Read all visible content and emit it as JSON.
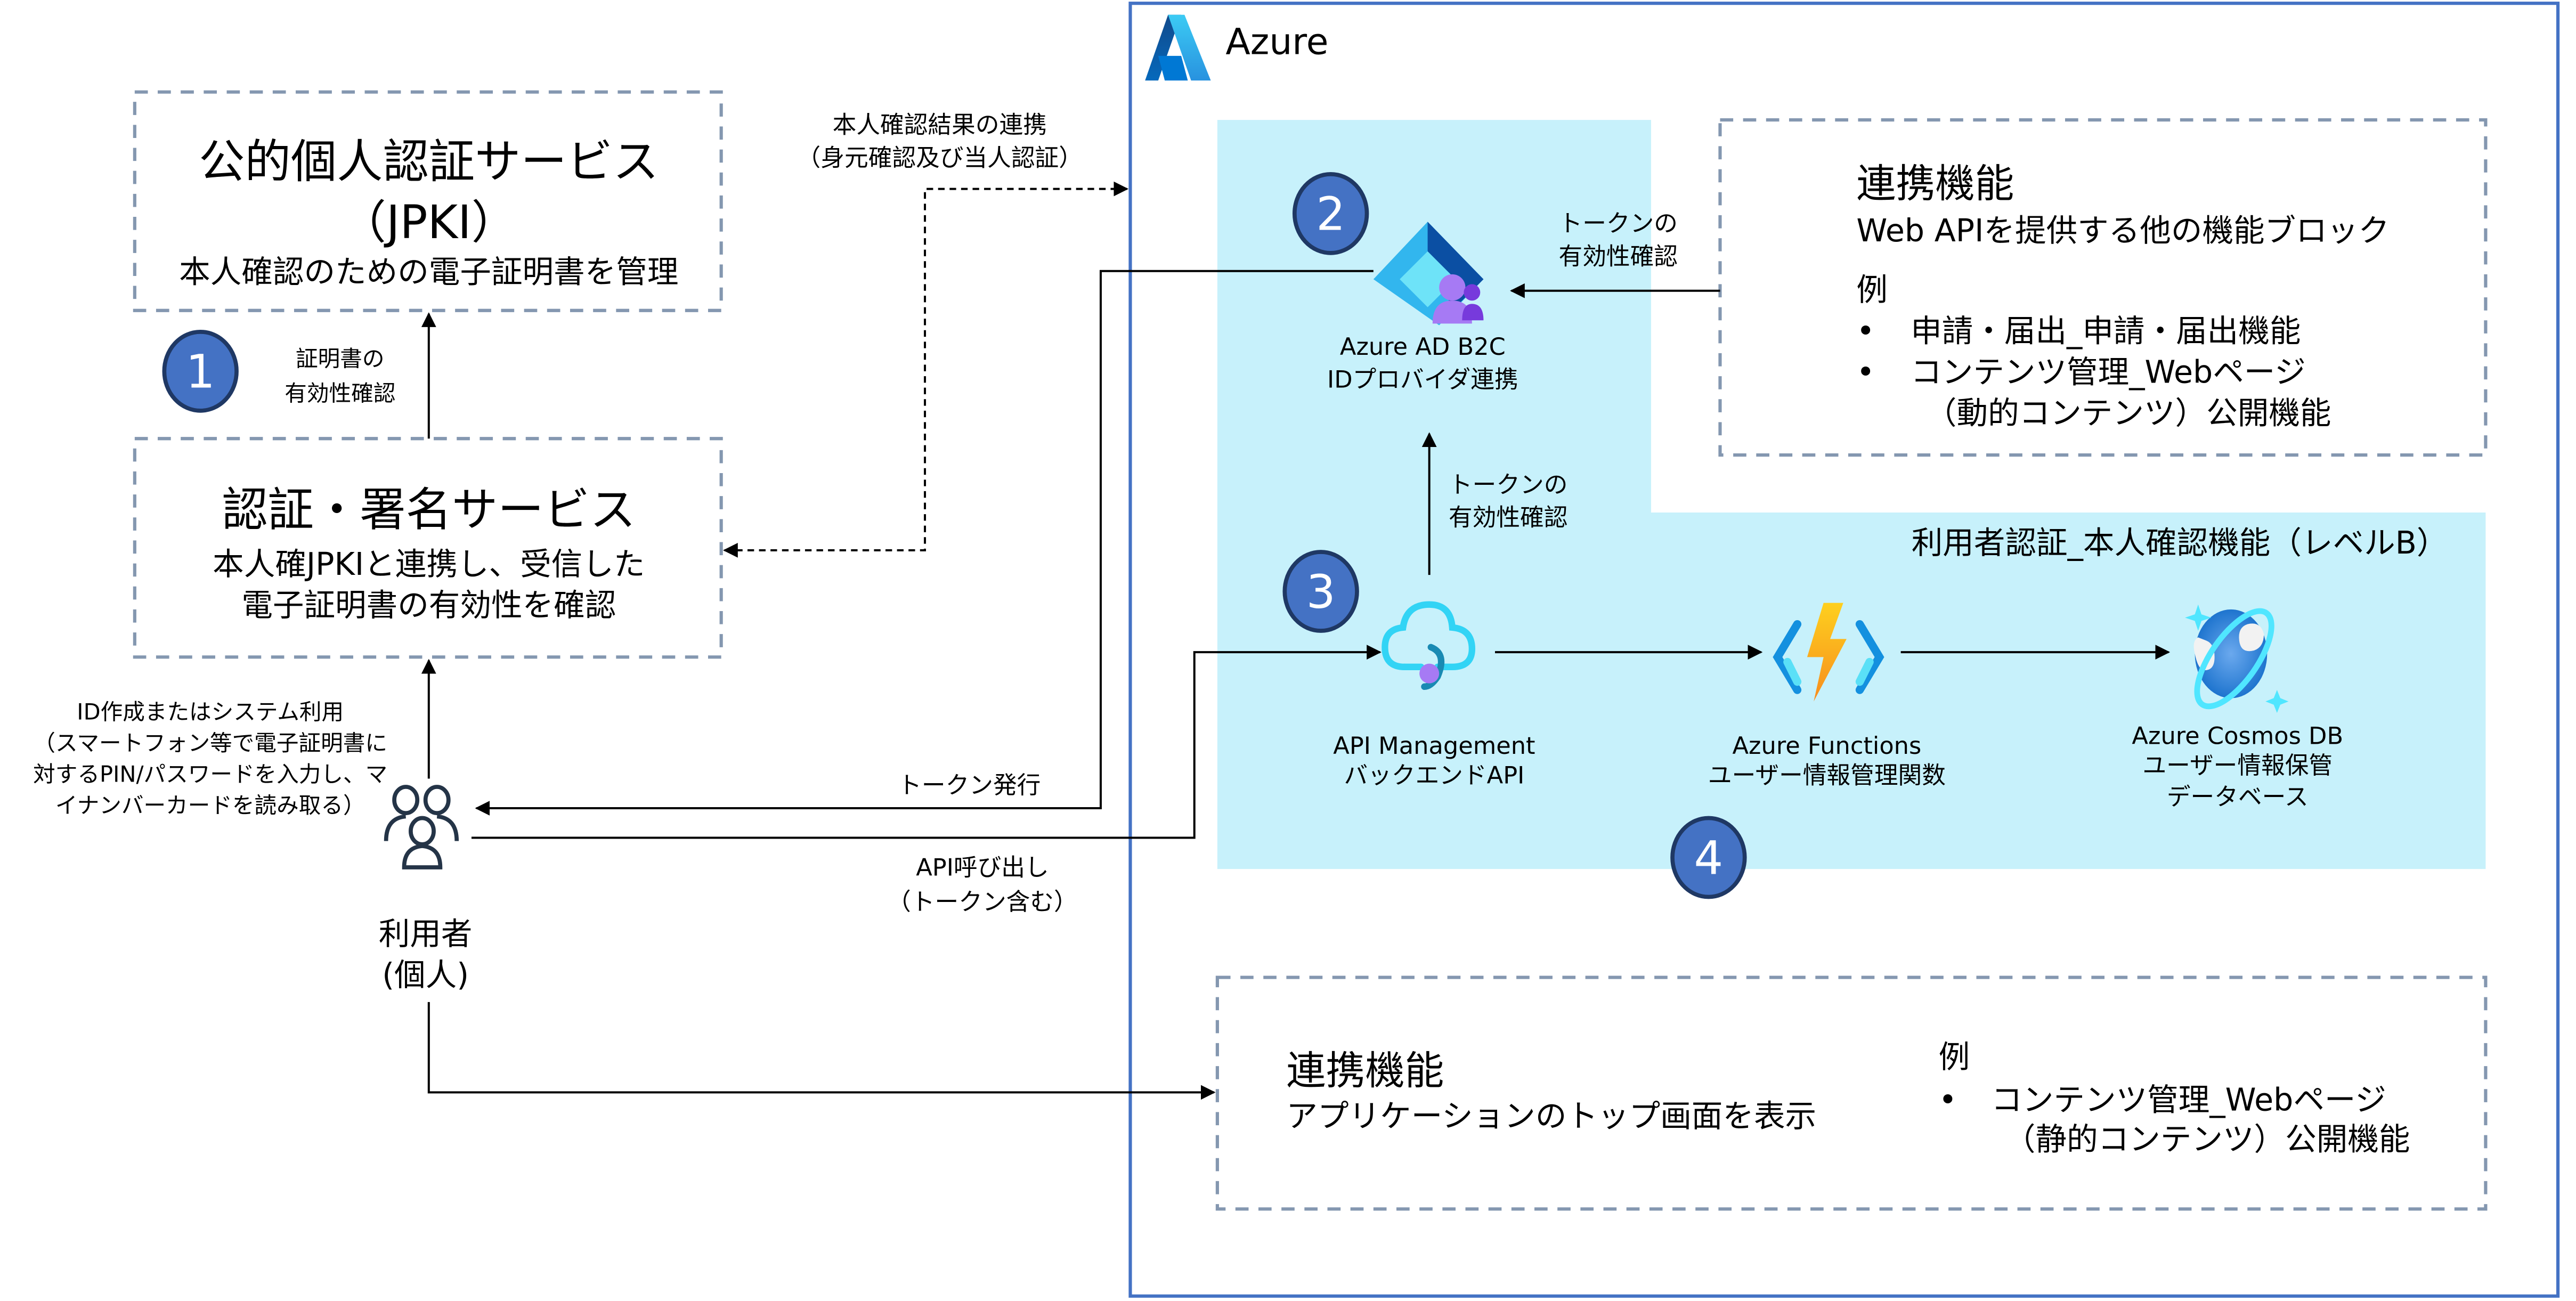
{
  "azure": {
    "title": "Azure",
    "border_color": "#4472c4",
    "region_color": "#c7f1fb"
  },
  "left": {
    "jpki_box": {
      "title": "公的個人認証サービス",
      "subtitle": "（JPKI）",
      "description": "本人確認のための電子証明書を管理"
    },
    "auth_box": {
      "title": "認証・署名サービス",
      "line1": "本人確JPKIと連携し、受信した",
      "line2": "電子証明書の有効性を確認"
    },
    "cert_check_label": [
      "証明書の",
      "有効性確認"
    ],
    "link_label": [
      "本人確認結果の連携",
      "（身元確認及び当人認証）"
    ],
    "user_action_label": [
      "ID作成またはシステム利用",
      "（スマートフォン等で電子証明書に",
      "対するPIN/パスワードを入力し、マ",
      "イナンバーカードを読み取る）"
    ],
    "user": {
      "icon": "users-icon",
      "label": [
        "利用者",
        "(個人)"
      ]
    },
    "token_issue_label": "トークン発行",
    "api_call_label": [
      "API呼び出し",
      "（トークン含む）"
    ]
  },
  "badges": {
    "color": "#4472c4",
    "border": "#1f3864",
    "items": [
      "1",
      "2",
      "3",
      "4"
    ]
  },
  "b2c": {
    "icon": "azure-ad-b2c-icon",
    "label": [
      "Azure AD B2C",
      "IDプロバイダ連携"
    ],
    "token_check_right": [
      "トークンの",
      "有効性確認"
    ],
    "token_check_below": [
      "トークンの",
      "有効性確認"
    ]
  },
  "integration_api": {
    "title": "連携機能",
    "subtitle": "Web APIを提供する他の機能ブロック",
    "example_label": "例",
    "bullets": [
      {
        "line1": "申請・届出_申請・届出機能"
      },
      {
        "line1": "コンテンツ管理_Webページ",
        "line2": "（動的コンテンツ）公開機能"
      }
    ]
  },
  "section_label": "利用者認証_本人確認機能（レベルB）",
  "services": [
    {
      "icon": "api-management-icon",
      "label": [
        "API Management",
        "バックエンドAPI"
      ]
    },
    {
      "icon": "azure-functions-icon",
      "label": [
        "Azure Functions",
        "ユーザー情報管理関数"
      ]
    },
    {
      "icon": "cosmos-db-icon",
      "label": [
        "Azure Cosmos DB",
        "ユーザー情報保管",
        "データベース"
      ]
    }
  ],
  "integration_top": {
    "title": "連携機能",
    "subtitle": "アプリケーションのトップ画面を表示",
    "example_label": "例",
    "bullets": [
      {
        "line1": "コンテンツ管理_Webページ",
        "line2": "（静的コンテンツ）公開機能"
      }
    ]
  }
}
